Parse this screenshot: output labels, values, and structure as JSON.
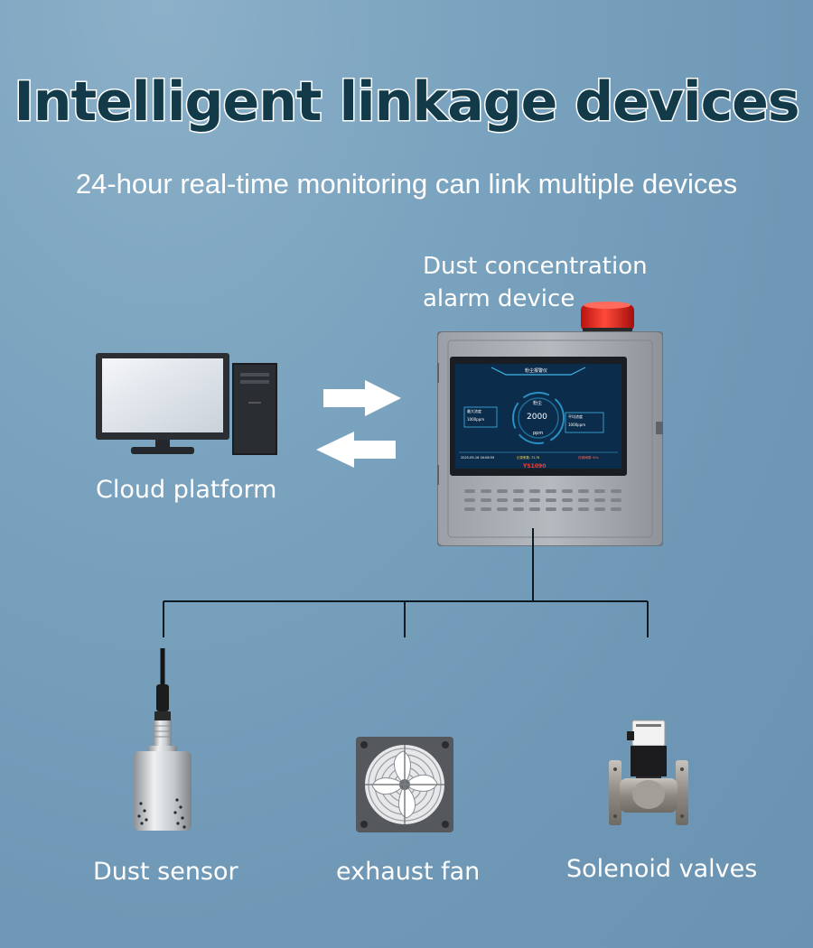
{
  "title": "Intelligent linkage devices",
  "subtitle": "24-hour real-time monitoring can link multiple devices",
  "alarm_device": {
    "label_line1": "Dust concentration",
    "label_line2": "alarm device",
    "screen": {
      "header": "粉尘报警仪",
      "gauge_label": "粉尘",
      "value": "2000",
      "unit": "ppm",
      "left_box_title": "最大浓度",
      "left_box_value": "1000ppm",
      "right_box_title": "平均浓度",
      "right_box_value": "1000ppm",
      "footer_left": "2025-05-16  16:06:59",
      "footer_mid": "记录条数: 3178",
      "footer_right": "存储间隔: 60s",
      "model": "YS1090"
    }
  },
  "cloud": {
    "label": "Cloud platform"
  },
  "devices": [
    {
      "label": "Dust sensor",
      "icon": "dust-sensor-icon"
    },
    {
      "label": "exhaust fan",
      "icon": "exhaust-fan-icon"
    },
    {
      "label": "Solenoid valves",
      "icon": "solenoid-valve-icon"
    }
  ],
  "colors": {
    "title_fill": "#123a48",
    "alarm_light": "#e0201c",
    "screen_bg": "#0b2c4a"
  }
}
